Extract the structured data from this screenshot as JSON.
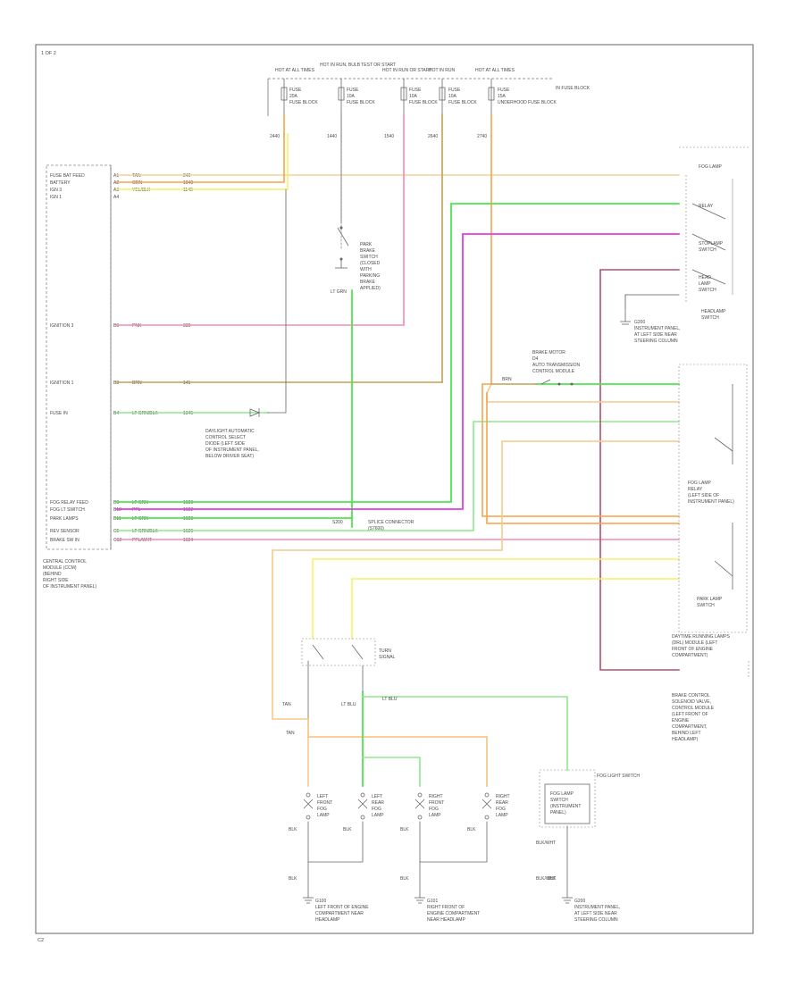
{
  "diagram": {
    "corner_label": "1 OF 2",
    "footer_label": "C2",
    "fuses": [
      {
        "id": "fuse1",
        "top": "HOT AT ALL TIMES",
        "lines": [
          "FUSE",
          "20A",
          "FUSE BLOCK"
        ]
      },
      {
        "id": "fuse2",
        "top": "HOT IN RUN, BULB TEST OR START",
        "lines": [
          "FUSE",
          "10A",
          "FUSE BLOCK"
        ]
      },
      {
        "id": "fuse3",
        "top": "HOT IN RUN OR START",
        "lines": [
          "FUSE",
          "10A",
          "FUSE BLOCK"
        ]
      },
      {
        "id": "fuse4",
        "top": "HOT IN RUN",
        "lines": [
          "FUSE",
          "10A",
          "FUSE BLOCK"
        ]
      },
      {
        "id": "fuse5",
        "top": "HOT AT ALL TIMES",
        "lines": [
          "FUSE",
          "15A",
          "UNDERHOOD FUSE BLOCK"
        ]
      }
    ],
    "fuse_note": "IN FUSE BLOCK",
    "left_module": {
      "title_lines": [
        "CENTRAL CONTROL",
        "MODULE (CCM)",
        "(BEHIND",
        "RIGHT SIDE",
        "OF INSTRUMENT PANEL)"
      ],
      "pins": [
        {
          "label": "FUSE BAT FEED",
          "pin": "A1",
          "color": "TAN",
          "circuit": "240"
        },
        {
          "label": "BATTERY",
          "pin": "A2",
          "color": "ORN",
          "circuit": "1040"
        },
        {
          "label": "IGN 3",
          "pin": "A3",
          "color": "YEL/BLK",
          "circuit": "1140"
        },
        {
          "label": "IGN 1",
          "pin": "A4",
          "color": "",
          "circuit": ""
        },
        {
          "label": "IGNITION 3",
          "pin": "B6",
          "color": "PNK",
          "circuit": "339"
        },
        {
          "label": "IGNITION 1",
          "pin": "B8",
          "color": "BRN",
          "circuit": "141"
        },
        {
          "label": "FUSE IN",
          "pin": "B4",
          "color": "LT GRN/BLK",
          "circuit": "1345"
        },
        {
          "label": "FOG RELAY FEED",
          "pin": "B9",
          "color": "LT GRN",
          "circuit": "1620"
        },
        {
          "label": "FOG LT SWITCH",
          "pin": "B10",
          "color": "PPL",
          "circuit": "1622"
        },
        {
          "label": "PARK LAMPS",
          "pin": "B11",
          "color": "LT GRN",
          "circuit": "1623"
        },
        {
          "label": "REV SENSOR",
          "pin": "C5",
          "color": "LT GRN/BLK",
          "circuit": "1626"
        },
        {
          "label": "BRAKE SW IN",
          "pin": "C12",
          "color": "PPL/WHT",
          "circuit": "1624"
        }
      ]
    },
    "labels": {
      "pin_c2": "C2",
      "park_switch": [
        "PARK",
        "BRAKE",
        "SWITCH",
        "(CLOSED",
        "WITH",
        "PARKING",
        "BRAKE",
        "APPLIED)"
      ],
      "park_switch_wire": "LT GRN",
      "daylight_note": [
        "DAYLIGHT AUTOMATIC",
        "CONTROL SELECT",
        "DIODE (LEFT SIDE",
        "OF INSTRUMENT PANEL,",
        "BELOW DRIVER SEAT)"
      ],
      "splice_note": [
        "SPLICE CONNECTOR",
        "(S7600)"
      ],
      "splice_circuit": "S200",
      "fuse_circuits": [
        "2440",
        "1440",
        "1540",
        "2640",
        "2740"
      ],
      "fuse1_wire": "ORN",
      "brake_motor": [
        "BRAKE MOTOR",
        "D4",
        "AUTO TRANSMISSION",
        "CONTROL MODULE"
      ],
      "headlamp_switch_top": [
        "FOG LAMP",
        "RELAY",
        "STOPLAMP",
        "SWITCH",
        "HEAD",
        "LAMP",
        "SWITCH"
      ],
      "headlamp_switch_label": [
        "HEADLAMP",
        "SWITCH"
      ],
      "ground_note_top": [
        "G200",
        "INSTRUMENT PANEL,",
        "AT LEFT SIDE NEAR",
        "STEERING COLUMN"
      ],
      "fog_relay_label": [
        "FOG LAMP",
        "RELAY",
        "(LEFT SIDE OF",
        "INSTRUMENT PANEL)"
      ],
      "lamp_switch_label": [
        "PARK LAMP",
        "SWITCH"
      ],
      "daytime_box_label": [
        "DAYTIME RUNNING LAMPS",
        "(DRL) MODULE (LEFT",
        "FRONT OF ENGINE",
        "COMPARTMENT)"
      ],
      "brake_module_label": [
        "BRAKE CONTROL",
        "SOLENOID VALVE,",
        "CONTROL MODULE",
        "(LEFT FRONT OF",
        "ENGINE",
        "COMPARTMENT,",
        "BEHIND LEFT",
        "HEADLAMP)"
      ],
      "turn_switch_label": [
        "TURN",
        "SIGNAL"
      ],
      "left_lamp_wires": [
        "TAN",
        "LT BLU",
        "LT BLU",
        "TAN"
      ],
      "lower_lamps": [
        {
          "label": [
            "LEFT",
            "FRONT",
            "FOG",
            "LAMP"
          ]
        },
        {
          "label": [
            "LEFT",
            "REAR",
            "FOG",
            "LAMP"
          ]
        },
        {
          "label": [
            "RIGHT",
            "FRONT",
            "FOG",
            "LAMP"
          ]
        },
        {
          "label": [
            "RIGHT",
            "REAR",
            "FOG",
            "LAMP"
          ]
        }
      ],
      "fog_switch": [
        "FOG LAMP",
        "SWITCH",
        "(INSTRUMENT",
        "PANEL)"
      ],
      "fog_switch_title": "FOG LIGHT SWITCH",
      "grounds": [
        {
          "name": "G100",
          "lines": [
            "LEFT FRONT OF ENGINE",
            "COMPARTMENT NEAR",
            "HEADLAMP"
          ]
        },
        {
          "name": "G101",
          "lines": [
            "RIGHT FRONT OF",
            "ENGINE COMPARTMENT",
            "NEAR HEADLAMP"
          ]
        },
        {
          "name": "G200",
          "lines": [
            "INSTRUMENT PANEL,",
            "AT LEFT SIDE NEAR",
            "STEERING COLUMN"
          ]
        }
      ],
      "ground_wire": "BLK",
      "fog_switch_wire": "BLK/WHT",
      "tan_wire": "TAN",
      "ltgrn_wire": "LT GRN",
      "ltblu_wire": "LT BLU",
      "ppl_wire": "PPL",
      "ppl_wht": "PPL/WHT",
      "blk_wht": "BLK/WHT",
      "brn": "BRN",
      "pnk": "PNK",
      "yel": "YEL",
      "org": "ORN"
    }
  },
  "colors": {
    "tan": "#f3d09a",
    "orange": "#f7a34a",
    "pink": "#f58ab0",
    "brown": "#c2a053",
    "ltgreen": "#4ee64e",
    "green": "#8ee88e",
    "magenta": "#e23ce2",
    "redbrown": "#b0506a",
    "yellow": "#f5f066",
    "peach": "#f7c98a",
    "black": "#555555"
  }
}
